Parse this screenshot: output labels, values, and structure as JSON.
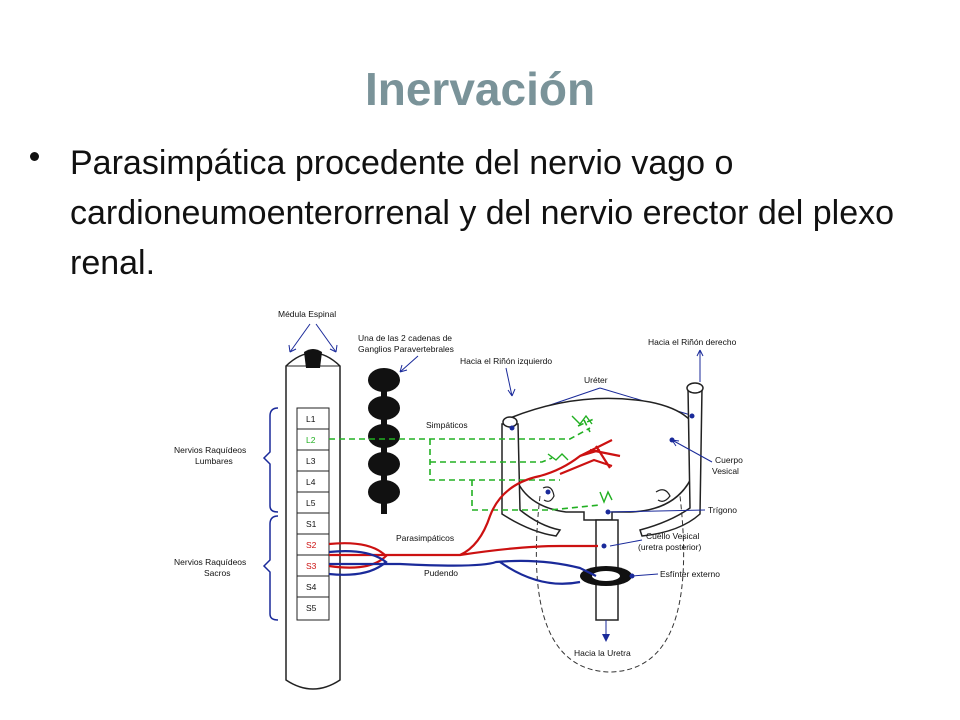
{
  "slide": {
    "title": "Inervación",
    "bullet": "Parasimpática procedente del nervio vago o cardioneumoenterorrenal y del nervio erector del plexo renal."
  },
  "diagram": {
    "labels": {
      "medula_espinal": "Médula Espinal",
      "cadenas_line1": "Una de las 2 cadenas de",
      "cadenas_line2": "Ganglios Paravertebrales",
      "rinon_izquierdo": "Hacia el Riñón izquierdo",
      "rinon_derecho": "Hacia el Riñón derecho",
      "ureter": "Uréter",
      "simpaticos": "Simpáticos",
      "cuerpo_vesical_1": "Cuerpo",
      "cuerpo_vesical_2": "Vesical",
      "trigono": "Trígono",
      "parasimpaticos": "Parasimpáticos",
      "cuello_vesical_1": "Cuello Vesical",
      "cuello_vesical_2": "(uretra posterior)",
      "pudendo": "Pudendo",
      "esfinter": "Esfínter externo",
      "hacia_uretra": "Hacia la Uretra",
      "lumbares_1": "Nervios Raquídeos",
      "lumbares_2": "Lumbares",
      "sacros_1": "Nervios Raquídeos",
      "sacros_2": "Sacros"
    },
    "segments": [
      "L1",
      "L2",
      "L3",
      "L4",
      "L5",
      "S1",
      "S2",
      "S3",
      "S4",
      "S5"
    ],
    "colors": {
      "sympathetic": "#22b022",
      "parasympathetic": "#cc1111",
      "somatic": "#1a2a9a",
      "structure": "#222222"
    }
  }
}
